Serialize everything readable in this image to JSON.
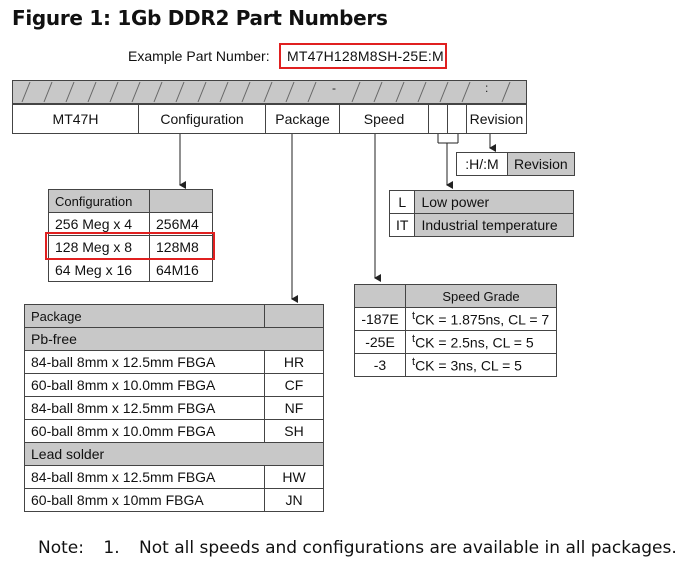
{
  "title": "Figure 1: 1Gb DDR2 Part Numbers",
  "example": {
    "label": "Example Part Number:",
    "value": "MT47H128M8SH-25E:M"
  },
  "header_marks": {
    "dash": "-",
    "colon": ":"
  },
  "fields": [
    "MT47H",
    "Configuration",
    "Package",
    "Speed",
    "",
    "",
    "Revision"
  ],
  "revision_table": {
    "code": ":H/:M",
    "label": "Revision"
  },
  "power_table": [
    {
      "code": "L",
      "label": "Low power"
    },
    {
      "code": "IT",
      "label": "Industrial temperature"
    }
  ],
  "config_table": {
    "header": "Configuration",
    "rows": [
      {
        "config": "256 Meg x 4",
        "code": "256M4"
      },
      {
        "config": "128 Meg x 8",
        "code": "128M8"
      },
      {
        "config": "64 Meg x 16",
        "code": "64M16"
      }
    ]
  },
  "package_table": {
    "header": "Package",
    "group1": "Pb-free",
    "rows1": [
      {
        "pkg": "84-ball 8mm x 12.5mm FBGA",
        "code": "HR"
      },
      {
        "pkg": "60-ball 8mm x 10.0mm FBGA",
        "code": "CF"
      },
      {
        "pkg": "84-ball 8mm x 12.5mm FBGA",
        "code": "NF"
      },
      {
        "pkg": "60-ball 8mm x 10.0mm FBGA",
        "code": "SH"
      }
    ],
    "group2": "Lead solder",
    "rows2": [
      {
        "pkg": "84-ball 8mm x 12.5mm FBGA",
        "code": "HW"
      },
      {
        "pkg": "60-ball 8mm x 10mm FBGA",
        "code": "JN"
      }
    ]
  },
  "speed_table": {
    "header": "Speed Grade",
    "rows": [
      {
        "code": "-187E",
        "t": "t",
        "value": "CK = 1.875ns, CL = 7"
      },
      {
        "code": "-25E",
        "t": "t",
        "value": "CK = 2.5ns, CL = 5"
      },
      {
        "code": "-3",
        "t": "t",
        "value": "CK = 3ns, CL = 5"
      }
    ]
  },
  "note": {
    "label": "Note:",
    "number": "1.",
    "text": "Not all speeds and configurations are available in all packages."
  }
}
